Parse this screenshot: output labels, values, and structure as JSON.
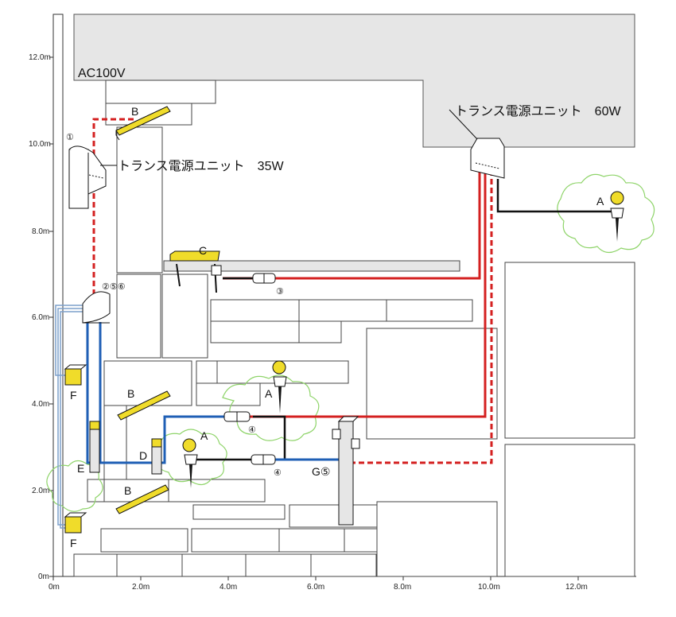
{
  "x_axis_ticks": [
    "0m",
    "2.0m",
    "4.0m",
    "6.0m",
    "8.0m",
    "10.0m",
    "12.0m"
  ],
  "y_axis_ticks": [
    "0m",
    "2.0m",
    "4.0m",
    "6.0m",
    "8.0m",
    "10.0m",
    "12.0m"
  ],
  "building_label": "AC100V",
  "transformer_60w": "トランス電源ユニット　60W",
  "transformer_35w": "トランス電源ユニット　35W",
  "label_1": "①",
  "label_256": "②⑤⑥",
  "label_3": "③",
  "label_4a": "④",
  "label_4b": "④",
  "label_g5": "G⑤",
  "fixture_a_right": "A",
  "fixture_a_center": "A",
  "fixture_a_left": "A",
  "fixture_b_top": "B",
  "fixture_b_mid": "B",
  "fixture_b_bottom": "B",
  "fixture_c": "C",
  "fixture_d": "D",
  "fixture_e": "E",
  "fixture_f_top": "F",
  "fixture_f_bottom": "F",
  "colors": {
    "red_cable": "#d42020",
    "blue_cable": "#1f5fb5",
    "black_cable": "#111111",
    "building": "#e6e6e6",
    "shrub": "#8fd46a",
    "fixture": "#f0dc2a"
  }
}
